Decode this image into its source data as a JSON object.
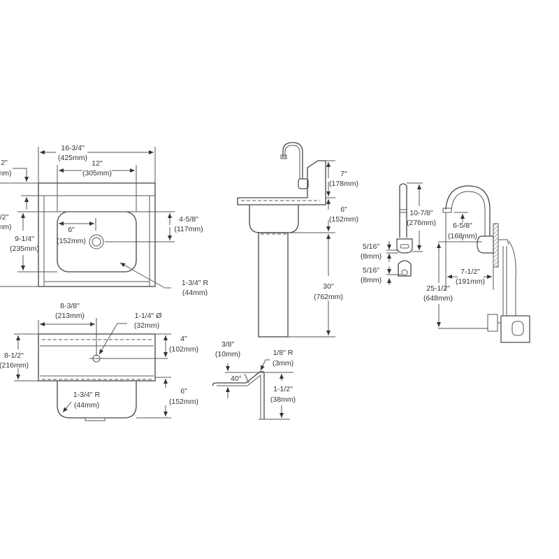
{
  "top_view": {
    "width_overall": {
      "in": "16-3/4\"",
      "mm": "(425mm)"
    },
    "bowl_width": {
      "in": "12\"",
      "mm": "(305mm)"
    },
    "bowl_depth": {
      "in": "9-1/4\"",
      "mm": "(235mm)"
    },
    "drain_to_edge": {
      "in": "4-5/8\"",
      "mm": "(117mm)"
    },
    "drain_offset": {
      "in": "6\"",
      "mm": "(152mm)"
    },
    "corner_radius": {
      "in": "1-3/4\" R",
      "mm": "(44mm)"
    },
    "clipped_label_1": {
      "in": "2\"",
      "mm": "mm)"
    },
    "clipped_label_2": {
      "in": "/2\"",
      "mm": "mm)"
    }
  },
  "front_view": {
    "hole_offset": {
      "in": "8-3/8\"",
      "mm": "(213mm)"
    },
    "hole_diameter": {
      "in": "1-1/4\" Ø",
      "mm": "(32mm)"
    },
    "hole_height": {
      "in": "4\"",
      "mm": "(102mm)"
    },
    "apron_height": {
      "in": "8-1/2\"",
      "mm": "(216mm)"
    },
    "bowl_depth": {
      "in": "6\"",
      "mm": "(152mm)"
    },
    "bowl_radius": {
      "in": "1-3/4\" R",
      "mm": "(44mm)"
    }
  },
  "edge_detail": {
    "lip": {
      "in": "3/8\"",
      "mm": "(10mm)"
    },
    "angle": "40°",
    "bend_radius": {
      "in": "1/8\" R",
      "mm": "(3mm)"
    },
    "height": {
      "in": "1-1/2\"",
      "mm": "(38mm)"
    }
  },
  "side_view": {
    "backsplash": {
      "in": "7\"",
      "mm": "(178mm)"
    },
    "bowl": {
      "in": "6\"",
      "mm": "(152mm)"
    },
    "pedestal": {
      "in": "30\"",
      "mm": "(762mm)"
    }
  },
  "faucet": {
    "spout_height": {
      "in": "10-7/8\"",
      "mm": "(276mm)"
    },
    "sensor_1": {
      "in": "5/16\"",
      "mm": "(8mm)"
    },
    "sensor_2": {
      "in": "5/16\"",
      "mm": "(8mm)"
    },
    "outlet_height": {
      "in": "6-5/8\"",
      "mm": "(168mm)"
    },
    "reach": {
      "in": "7-1/2\"",
      "mm": "(191mm)"
    },
    "valve_drop": {
      "in": "25-1/2\"",
      "mm": "(648mm)"
    }
  }
}
